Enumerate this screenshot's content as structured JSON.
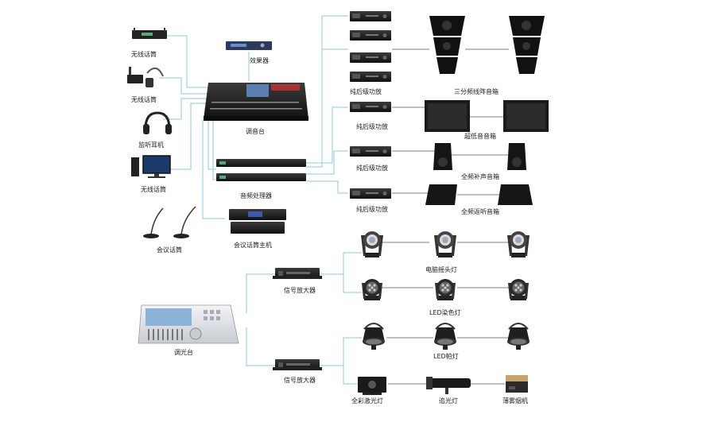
{
  "labels": {
    "wireless_mic_1": "无线话筒",
    "wireless_mic_2": "无线话筒",
    "monitor_headphones": "监听耳机",
    "wireless_mic_3": "无线话筒",
    "conference_mic": "会议话筒",
    "effects": "效果器",
    "mixer": "调音台",
    "audio_processor": "音频处理器",
    "conference_host": "会议话筒主机",
    "amp_1": "纯后级功放",
    "amp_2": "纯后级功放",
    "amp_3": "纯后级功放",
    "amp_4": "纯后级功放",
    "line_array": "三分频线阵音箱",
    "subwoofer": "超低音音箱",
    "fill_speaker": "全频补声音箱",
    "monitor_speaker": "全频返听音箱",
    "lighting_console": "调光台",
    "signal_amp_1": "信号放大器",
    "signal_amp_2": "信号放大器",
    "moving_head": "电脑摇头灯",
    "led_wash": "LED染色灯",
    "led_par": "LED帕灯",
    "laser": "全彩激光灯",
    "follow_spot": "追光灯",
    "haze": "薄雾烟机"
  },
  "colors": {
    "audio_wire": "#8ec8e0",
    "light_wire": "#8ec8e0",
    "speaker_wire": "#555555",
    "device_dark": "#1b1b1b",
    "console_light": "#dfe3e8"
  },
  "icons": {
    "wireless_mic": "handheld-mic-receiver-icon",
    "headset_mic": "headset-mic-icon",
    "headphones": "headphones-icon",
    "computer": "computer-icon",
    "gooseneck_mic": "gooseneck-mic-icon",
    "moving_head": "moving-head-light-icon",
    "par": "par-light-icon"
  }
}
